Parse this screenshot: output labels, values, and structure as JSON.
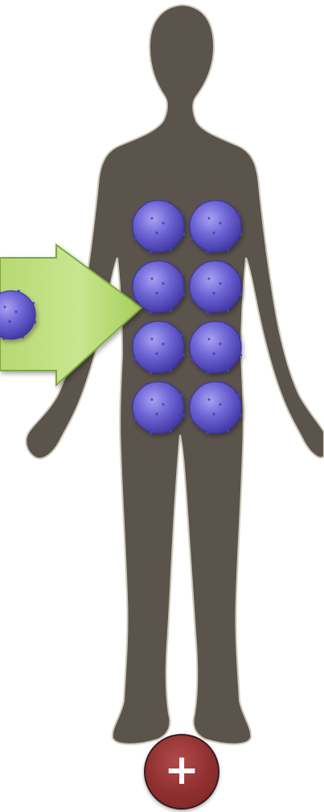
{
  "diagram": {
    "silhouette_color": "#5b544c",
    "silhouette_outline": "#c9c3b6",
    "arrow_color_light": "#c7e48a",
    "arrow_color_dark": "#8dbb46",
    "cell_color_light": "#8a83e6",
    "cell_color_dark": "#4b3fb0",
    "cell_grid": {
      "rows": 4,
      "columns": 2
    },
    "incoming_cells": 1
  },
  "add_button": {
    "label": "+",
    "color": "#8e2f2f"
  }
}
